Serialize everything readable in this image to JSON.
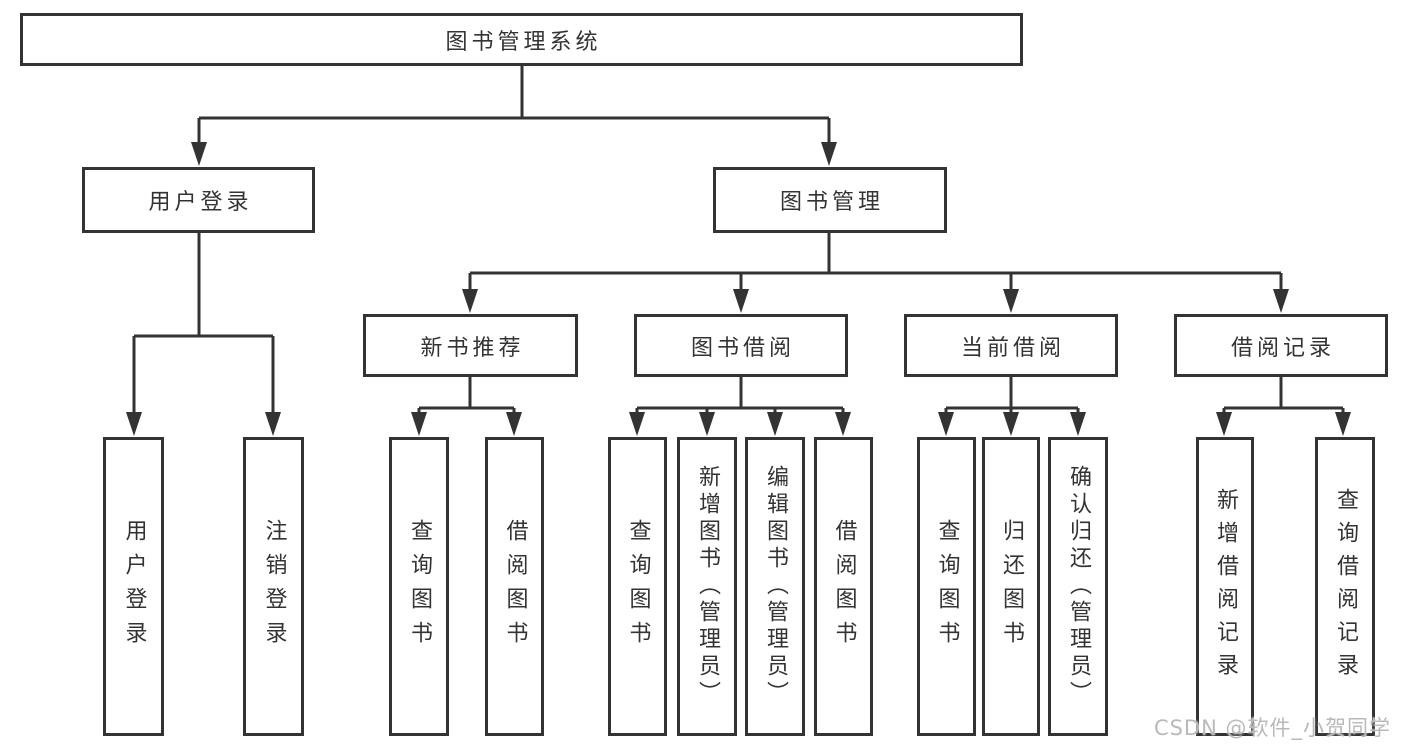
{
  "colors": {
    "background": "#ffffff",
    "line": "#333333",
    "text": "#333333",
    "box_background": "#ffffff",
    "watermark": "#b9b9b9"
  },
  "watermark": {
    "text": "CSDN @软件_小贺同学"
  },
  "tree": {
    "label": "图书管理系统",
    "children": [
      {
        "label": "用户登录",
        "children": [
          {
            "label": "用户登录"
          },
          {
            "label": "注销登录"
          }
        ]
      },
      {
        "label": "图书管理",
        "children": [
          {
            "label": "新书推荐",
            "children": [
              {
                "label": "查询图书"
              },
              {
                "label": "借阅图书"
              }
            ]
          },
          {
            "label": "图书借阅",
            "children": [
              {
                "label": "查询图书"
              },
              {
                "label": "新增图书（管理员）"
              },
              {
                "label": "编辑图书（管理员）"
              },
              {
                "label": "借阅图书"
              }
            ]
          },
          {
            "label": "当前借阅",
            "children": [
              {
                "label": "查询图书"
              },
              {
                "label": "归还图书"
              },
              {
                "label": "确认归还（管理员）"
              }
            ]
          },
          {
            "label": "借阅记录",
            "children": [
              {
                "label": "新增借阅记录"
              },
              {
                "label": "查询借阅记录"
              }
            ]
          }
        ]
      }
    ]
  }
}
